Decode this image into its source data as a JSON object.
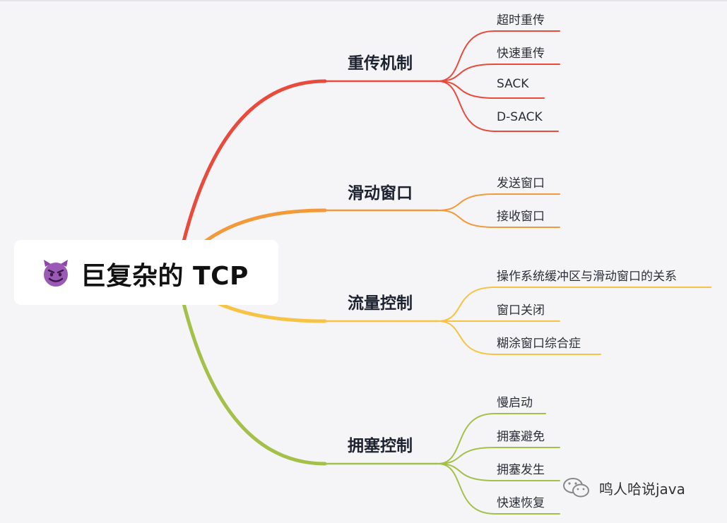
{
  "root": {
    "title": "巨复杂的 TCP",
    "icon": "smiling-devil-icon"
  },
  "branches": [
    {
      "label": "重传机制",
      "color": "#e84a3c",
      "children": [
        "超时重传",
        "快速重传",
        "SACK",
        "D-SACK"
      ]
    },
    {
      "label": "滑动窗口",
      "color": "#f29a3a",
      "children": [
        "发送窗口",
        "接收窗口"
      ]
    },
    {
      "label": "流量控制",
      "color": "#f6c344",
      "children": [
        "操作系统缓冲区与滑动窗口的关系",
        "窗口关闭",
        "糊涂窗口综合症"
      ]
    },
    {
      "label": "拥塞控制",
      "color": "#a3c14a",
      "children": [
        "慢启动",
        "拥塞避免",
        "拥塞发生",
        "快速恢复"
      ]
    }
  ],
  "watermark": {
    "text": "鸣人哈说java",
    "icon": "wechat-icon"
  }
}
